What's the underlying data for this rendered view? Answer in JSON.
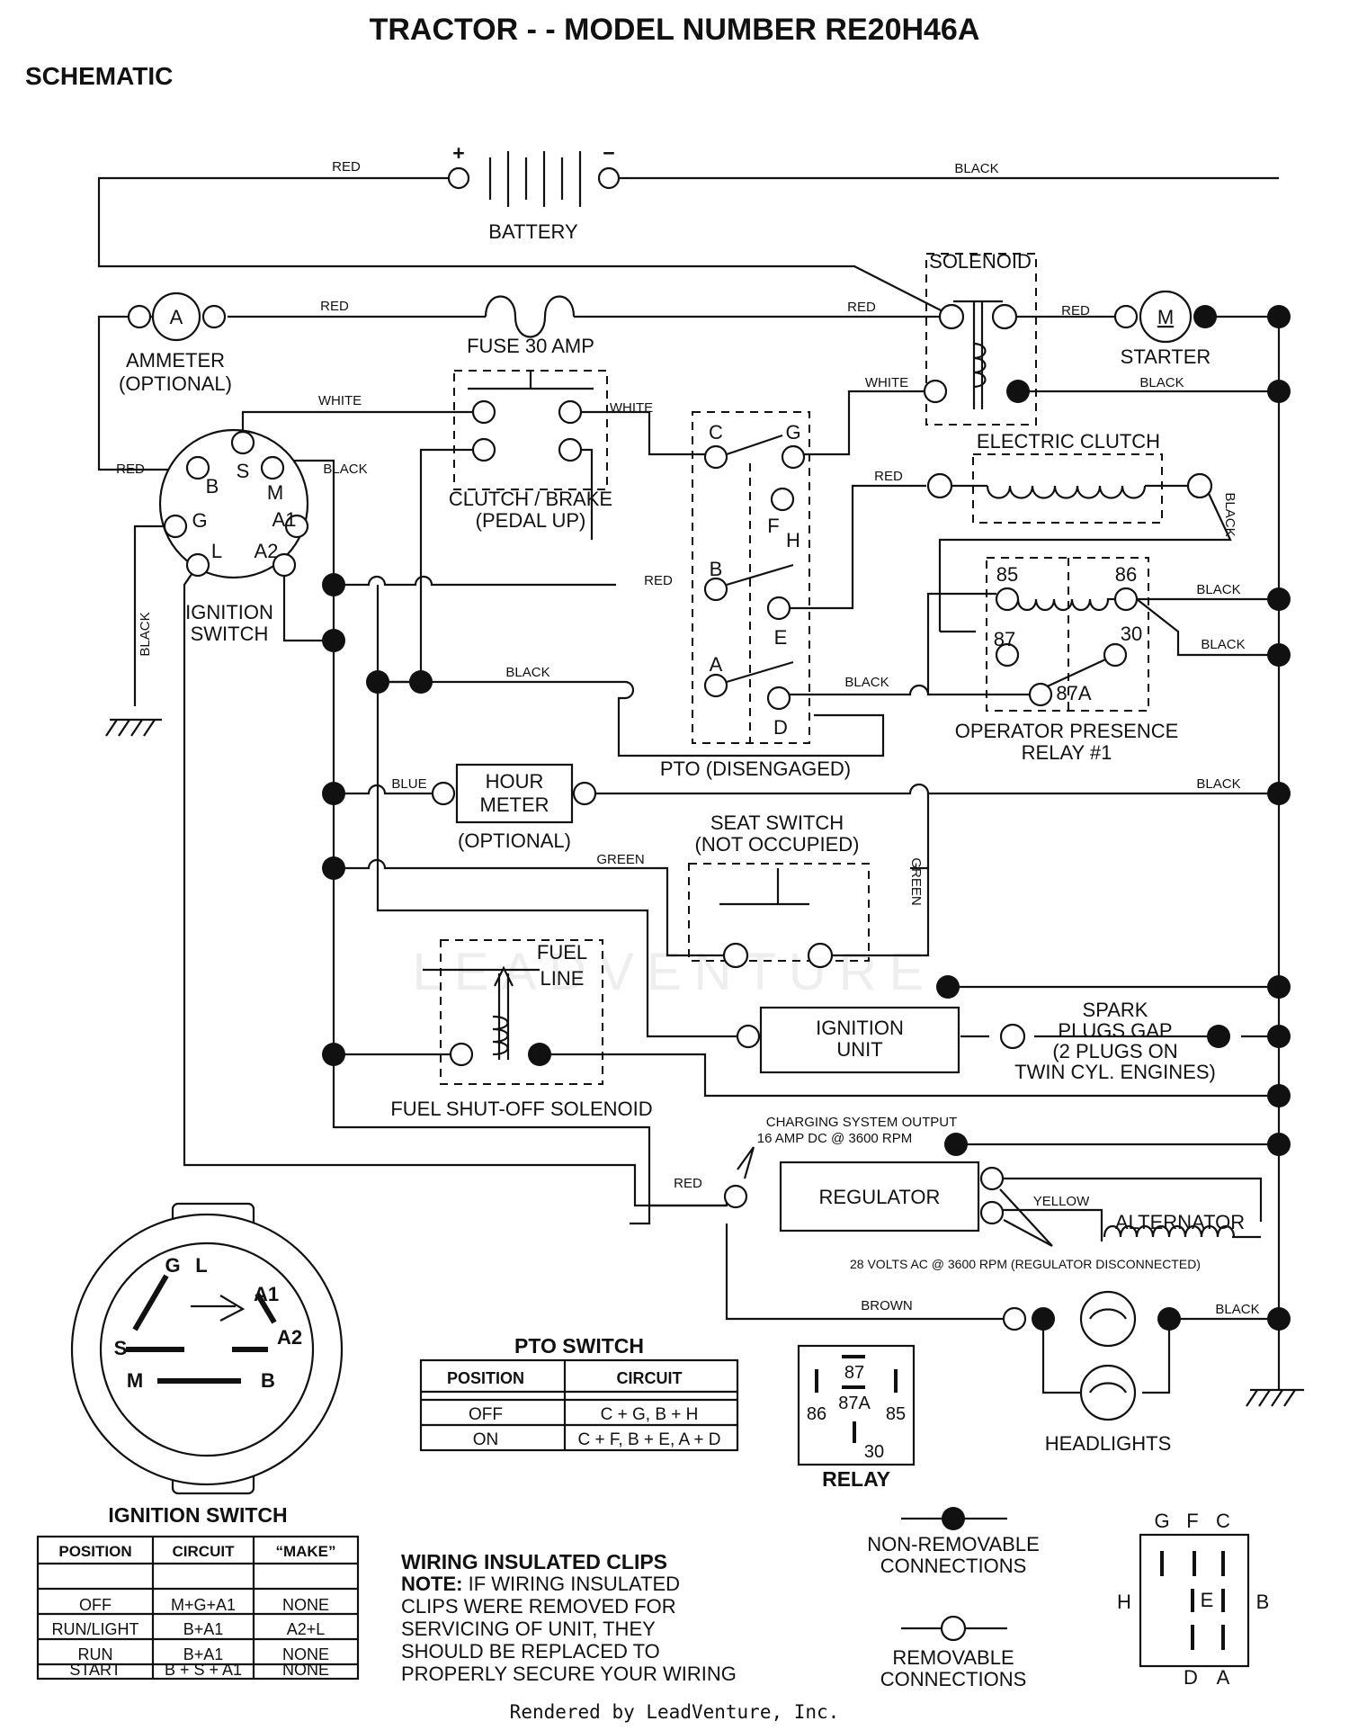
{
  "title": "TRACTOR - - MODEL NUMBER RE20H46A",
  "subtitle": "SCHEMATIC",
  "footer": "Rendered by LeadVenture, Inc.",
  "watermark": "LEADVENTURE",
  "components": {
    "battery": "BATTERY",
    "battery_plus": "+",
    "battery_minus": "−",
    "solenoid": "SOLENOID",
    "ammeter": "AMMETER",
    "ammeter_opt": "(OPTIONAL)",
    "ammeter_symbol": "A",
    "fuse": "FUSE 30 AMP",
    "starter": "STARTER",
    "starter_symbol": "M",
    "electric_clutch": "ELECTRIC CLUTCH",
    "clutch_brake": "CLUTCH / BRAKE",
    "clutch_brake_sub": "(PEDAL UP)",
    "ignition_switch_1": "IGNITION",
    "ignition_switch_2": "SWITCH",
    "pto": "PTO (DISENGAGED)",
    "relay_1": "OPERATOR PRESENCE",
    "relay_2": "RELAY #1",
    "hour_meter_1": "HOUR",
    "hour_meter_2": "METER",
    "hour_meter_opt": "(OPTIONAL)",
    "seat_switch_1": "SEAT SWITCH",
    "seat_switch_2": "(NOT OCCUPIED)",
    "fuel_line_1": "FUEL",
    "fuel_line_2": "LINE",
    "fuel_solenoid": "FUEL SHUT-OFF SOLENOID",
    "ignition_unit_1": "IGNITION",
    "ignition_unit_2": "UNIT",
    "spark_1": "SPARK",
    "spark_2": "PLUGS GAP",
    "spark_3": "(2 PLUGS ON",
    "spark_4": "TWIN CYL. ENGINES)",
    "charging_1": "CHARGING SYSTEM OUTPUT",
    "charging_2": "16 AMP DC @ 3600 RPM",
    "regulator": "REGULATOR",
    "alternator": "ALTERNATOR",
    "alternator_note": "28 VOLTS AC @ 3600 RPM (REGULATOR DISCONNECTED)",
    "headlights": "HEADLIGHTS"
  },
  "ignition_terminals": {
    "s": "S",
    "b": "B",
    "m": "M",
    "g": "G",
    "a1": "A1",
    "l": "L",
    "a2": "A2"
  },
  "pto_terminals": {
    "c": "C",
    "g": "G",
    "f": "F",
    "h": "H",
    "b": "B",
    "e": "E",
    "a": "A",
    "d": "D"
  },
  "relay_terminals": {
    "t85": "85",
    "t86": "86",
    "t87": "87",
    "t30": "30",
    "t87a": "87A"
  },
  "wires": {
    "red": "RED",
    "black": "BLACK",
    "white": "WHITE",
    "blue": "BLUE",
    "green": "GREEN",
    "yellow": "YELLOW",
    "brown": "BROWN"
  },
  "pto_table": {
    "title": "PTO SWITCH",
    "headers": [
      "POSITION",
      "CIRCUIT"
    ],
    "rows": [
      [
        "OFF",
        "C + G, B + H"
      ],
      [
        "ON",
        "C + F, B + E, A + D"
      ]
    ]
  },
  "ignition_table": {
    "title": "IGNITION SWITCH",
    "headers": [
      "POSITION",
      "CIRCUIT",
      "“MAKE”"
    ],
    "rows": [
      [
        "OFF",
        "M+G+A1",
        "NONE"
      ],
      [
        "RUN/LIGHT",
        "B+A1",
        "A2+L"
      ],
      [
        "RUN",
        "B+A1",
        "NONE"
      ],
      [
        "START",
        "B + S + A1",
        "NONE"
      ]
    ]
  },
  "relay_pinout": {
    "title": "RELAY",
    "pins": {
      "p87": "87",
      "p87a": "87A",
      "p86": "86",
      "p85": "85",
      "p30": "30"
    }
  },
  "ign_face": {
    "g": "G",
    "l": "L",
    "a1": "A1",
    "s": "S",
    "a2": "A2",
    "m": "M",
    "b": "B"
  },
  "pto_face": {
    "g": "G",
    "f": "F",
    "c": "C",
    "h": "H",
    "e": "E",
    "b": "B",
    "d": "D",
    "a": "A"
  },
  "legend": {
    "non_removable_1": "NON-REMOVABLE",
    "non_removable_2": "CONNECTIONS",
    "removable_1": "REMOVABLE",
    "removable_2": "CONNECTIONS"
  },
  "clips_note": {
    "heading": "WIRING INSULATED CLIPS",
    "note_label": "NOTE:",
    "line1": "IF WIRING INSULATED",
    "line2": "CLIPS WERE REMOVED FOR",
    "line3": "SERVICING OF UNIT, THEY",
    "line4": "SHOULD BE REPLACED TO",
    "line5": "PROPERLY SECURE YOUR WIRING"
  }
}
